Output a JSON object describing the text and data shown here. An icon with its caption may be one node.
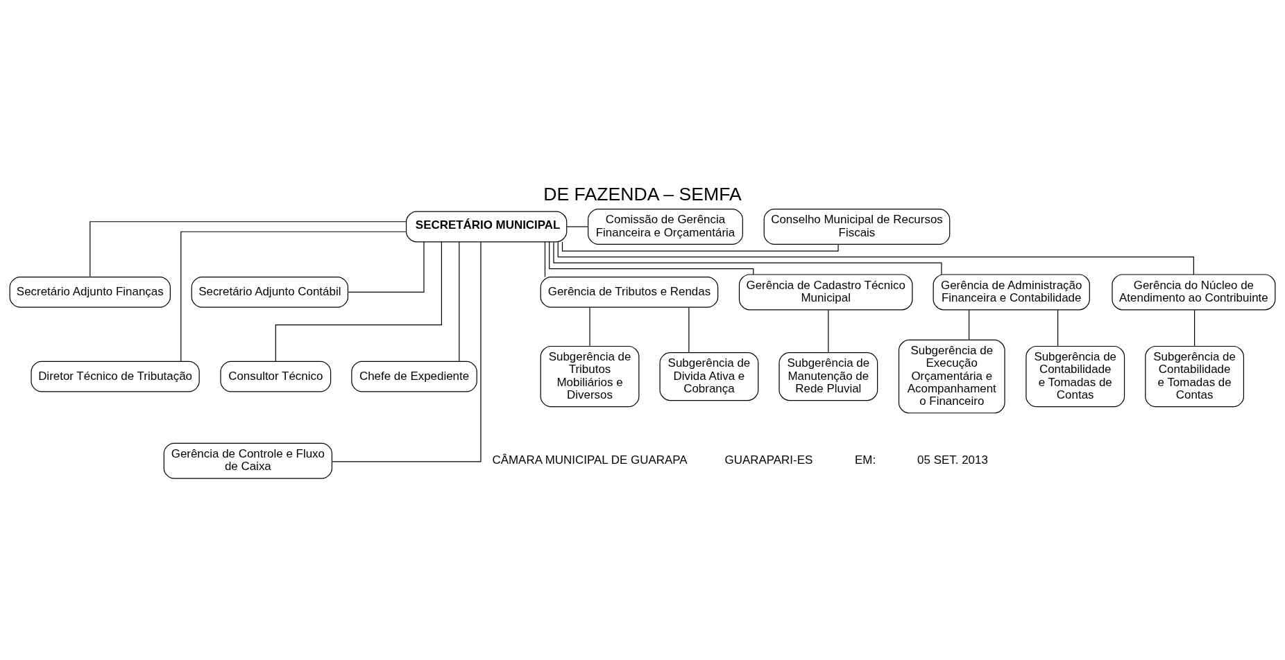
{
  "diagram": {
    "title": "DE FAZENDA – SEMFA",
    "nodes": [
      {
        "text": [
          "SECRETÁRIO MUNICIPAL"
        ]
      },
      {
        "text": [
          "Comissão de Gerência Financeira e Orçamentária"
        ]
      },
      {
        "text": [
          "Conselho Municipal de Recursos Fiscais"
        ]
      },
      {
        "text": [
          "Secretário Adjunto Finanças"
        ]
      },
      {
        "text": [
          "Secretário Adjunto Contábil"
        ]
      },
      {
        "text": [
          "Diretor Técnico de Tributação"
        ]
      },
      {
        "text": [
          "Consultor Técnico"
        ]
      },
      {
        "text": [
          "Chefe de Expediente"
        ]
      },
      {
        "text": [
          "Gerência de Controle e Fluxo de Caixa"
        ]
      },
      {
        "text": [
          "Gerência de Tributos e Rendas"
        ]
      },
      {
        "text": [
          "Gerência de Cadastro Técnico Municipal"
        ]
      },
      {
        "text": [
          "Gerência de Administração Financeira e Contabilidade"
        ]
      },
      {
        "text": [
          "Gerência do Núcleo de Atendimento ao Contribuinte"
        ]
      },
      {
        "text": [
          "Subgerência de Tributos Mobiliários e Diversos"
        ]
      },
      {
        "text": [
          "Subgerência de Divida Ativa e Cobrança"
        ]
      },
      {
        "text": [
          "Subgerência de Manutenção de Rede Pluvial"
        ]
      },
      {
        "text": [
          "Subgerência de Execução Orçamentária e Acompanhament o Financeiro"
        ]
      },
      {
        "text": [
          "Subgerência de Contabilidade e Tomadas de Contas"
        ]
      },
      {
        "text": [
          "Subgerência de Contabilidade e Tomadas de Contas"
        ]
      }
    ],
    "edges": [
      {
        "from": 0,
        "to": 1,
        "arrow": "none"
      },
      {
        "from": 0,
        "to": 2,
        "arrow": "none"
      },
      {
        "from": 0,
        "to": 3,
        "arrow": "none"
      },
      {
        "from": 0,
        "to": 4,
        "arrow": "none"
      },
      {
        "from": 0,
        "to": 5,
        "arrow": "none"
      },
      {
        "from": 0,
        "to": 6,
        "arrow": "none"
      },
      {
        "from": 0,
        "to": 7,
        "arrow": "none"
      },
      {
        "from": 0,
        "to": 8,
        "arrow": "none"
      },
      {
        "from": 0,
        "to": 9,
        "arrow": "none"
      },
      {
        "from": 0,
        "to": 10,
        "arrow": "none"
      },
      {
        "from": 0,
        "to": 11,
        "arrow": "none"
      },
      {
        "from": 0,
        "to": 12,
        "arrow": "none"
      },
      {
        "from": 9,
        "to": 13,
        "arrow": "none"
      },
      {
        "from": 9,
        "to": 14,
        "arrow": "none"
      },
      {
        "from": 10,
        "to": 15,
        "arrow": "none"
      },
      {
        "from": 11,
        "to": 16,
        "arrow": "none"
      },
      {
        "from": 11,
        "to": 17,
        "arrow": "none"
      },
      {
        "from": 12,
        "to": 18,
        "arrow": "none"
      }
    ],
    "labels": [
      "CÂMARA MUNICIPAL DE GUARAPA",
      "GUARAPARI-ES",
      "EM:",
      "05 SET. 2013"
    ]
  }
}
